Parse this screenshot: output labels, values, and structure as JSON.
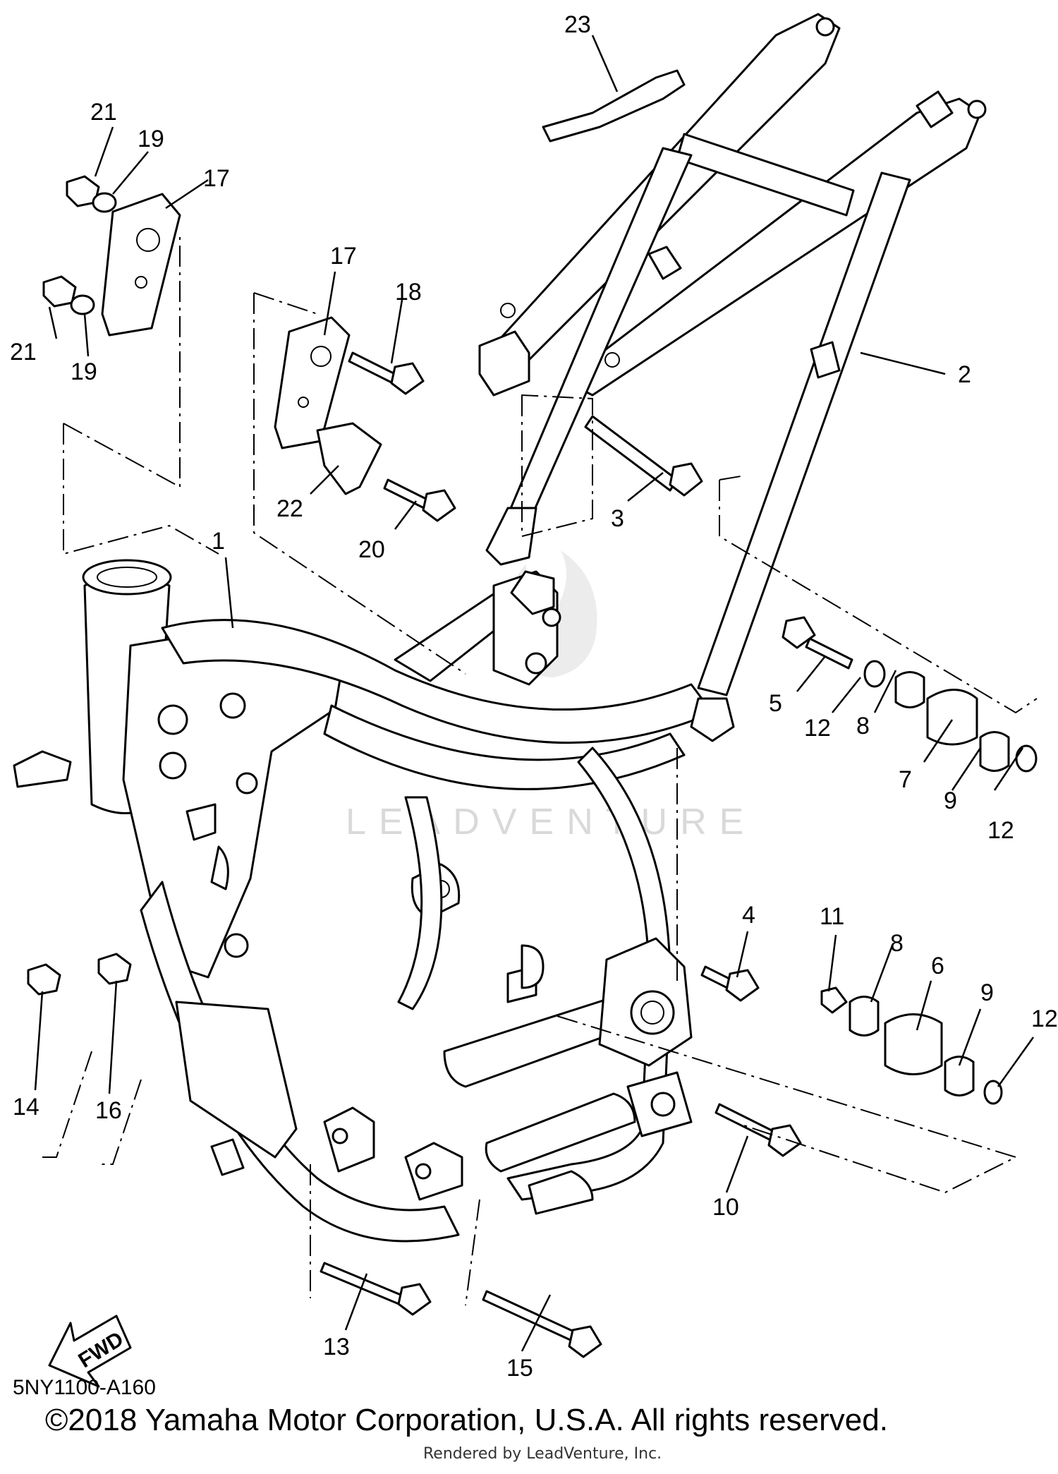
{
  "diagram": {
    "code": "5NY1100-A160",
    "copyright": "©2018 Yamaha Motor Corporation, U.S.A. All rights reserved.",
    "rendered_by": "Rendered by LeadVenture, Inc.",
    "watermark": "LEADVENTURE",
    "fwd_label": "FWD"
  },
  "callouts": [
    "1",
    "2",
    "3",
    "4",
    "5",
    "6",
    "7",
    "8",
    "9",
    "10",
    "11",
    "12",
    "13",
    "14",
    "15",
    "16",
    "17",
    "18",
    "19",
    "20",
    "21",
    "22",
    "23",
    "12",
    "12",
    "12",
    "8",
    "9",
    "17",
    "19",
    "21"
  ]
}
